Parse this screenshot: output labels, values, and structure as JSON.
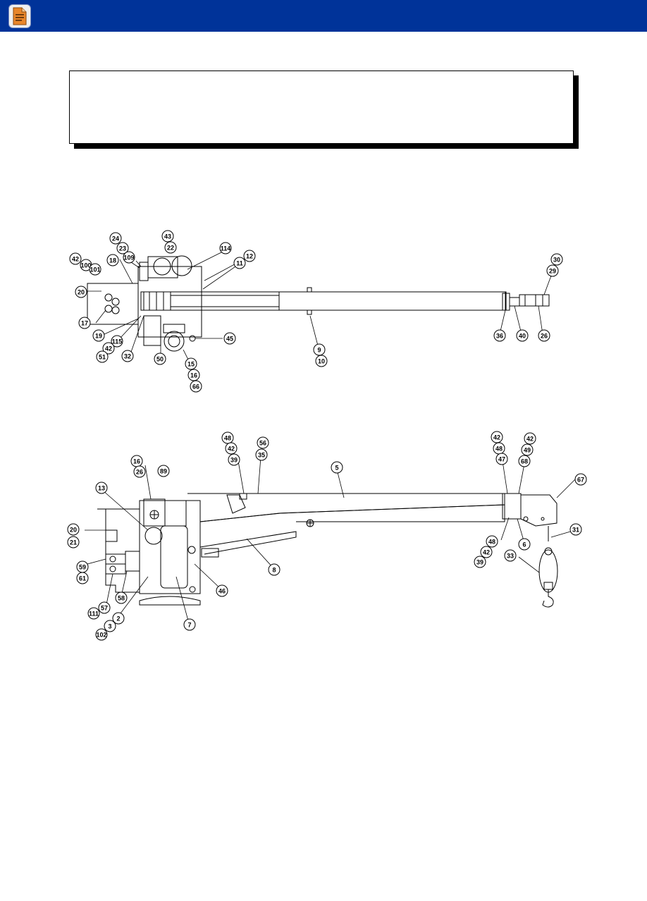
{
  "header": {
    "icon": "document-icon",
    "accent": "#003399"
  },
  "title_box": {
    "text": ""
  },
  "top_view": {
    "callouts": [
      "24",
      "23",
      "43",
      "22",
      "114",
      "12",
      "42",
      "100",
      "101",
      "18",
      "109",
      "11",
      "30",
      "29",
      "20",
      "17",
      "19",
      "115",
      "42",
      "51",
      "32",
      "50",
      "45",
      "9",
      "10",
      "36",
      "40",
      "26",
      "15",
      "16",
      "66"
    ]
  },
  "side_view": {
    "callouts": [
      "48",
      "42",
      "39",
      "56",
      "35",
      "5",
      "42",
      "48",
      "47",
      "42",
      "49",
      "68",
      "67",
      "16",
      "26",
      "89",
      "13",
      "20",
      "21",
      "59",
      "61",
      "111",
      "57",
      "58",
      "2",
      "3",
      "102",
      "7",
      "46",
      "8",
      "6",
      "48",
      "42",
      "39",
      "31",
      "33"
    ]
  }
}
